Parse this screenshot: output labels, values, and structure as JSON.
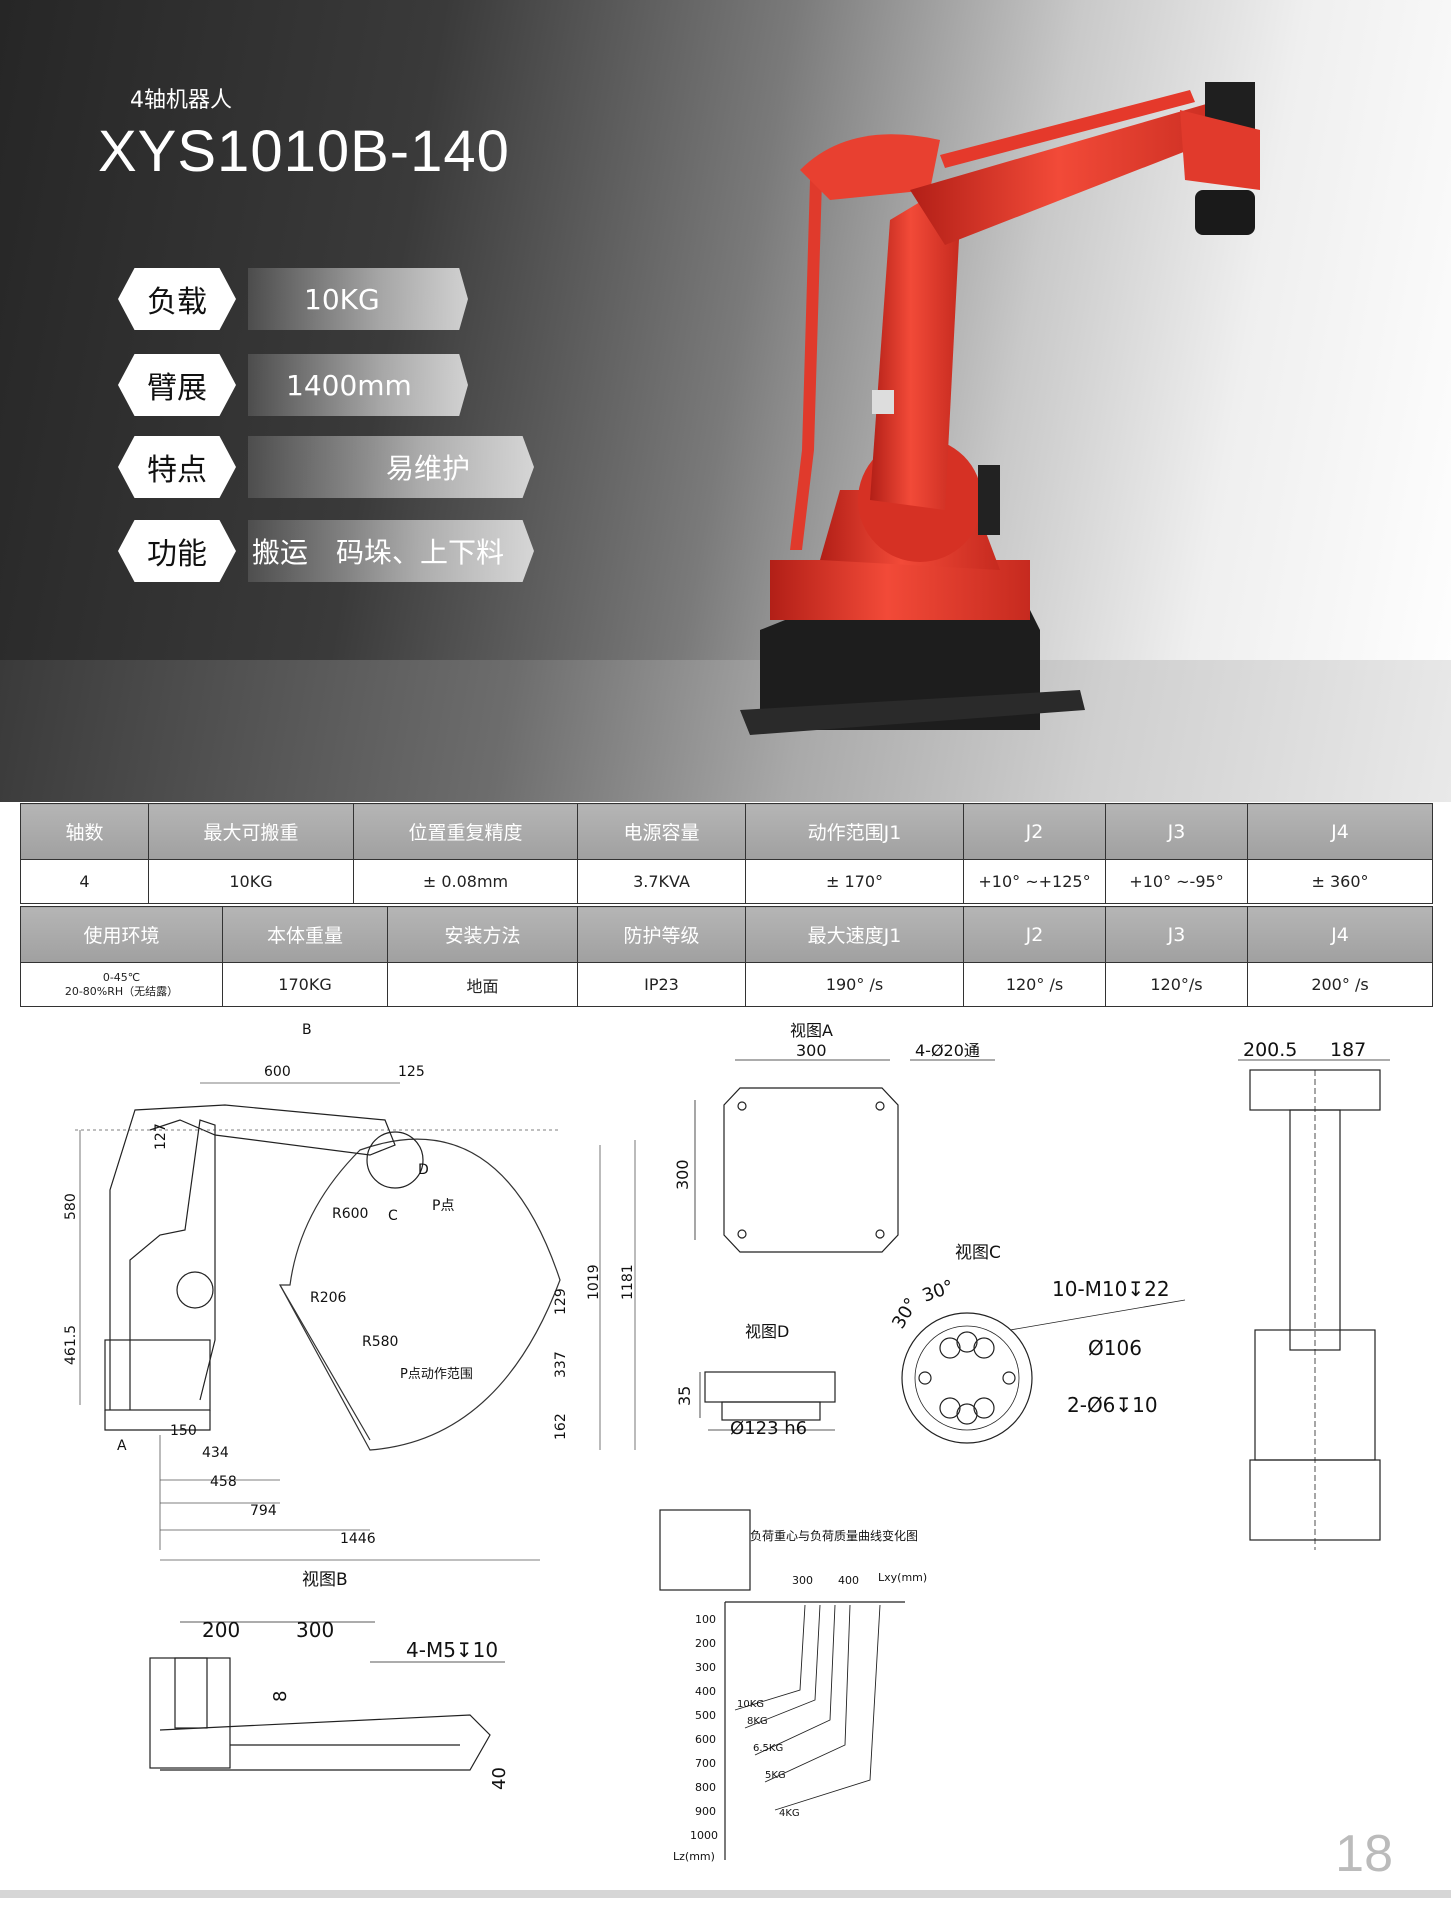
{
  "hero": {
    "subtitle": "4轴机器人",
    "model": "XYS1010B-140",
    "specs": [
      {
        "key": "负载",
        "value": "10KG"
      },
      {
        "key": "臂展",
        "value": "1400mm"
      },
      {
        "key": "特点",
        "value": "易维护"
      },
      {
        "key": "功能",
        "value": "搬运　码垛、上下料"
      }
    ]
  },
  "table1": {
    "headers": [
      "轴数",
      "最大可搬重",
      "位置重复精度",
      "电源容量",
      "动作范围J1",
      "J2",
      "J3",
      "J4"
    ],
    "values": [
      "4",
      "10KG",
      "± 0.08mm",
      "3.7KVA",
      "± 170°",
      "+10° ~+125°",
      "+10° ~-95°",
      "± 360°"
    ]
  },
  "table2": {
    "headers": [
      "使用环境",
      "本体重量",
      "安装方法",
      "防护等级",
      "最大速度J1",
      "J2",
      "J3",
      "J4"
    ],
    "env_line1": "0-45℃",
    "env_line2": "20-80%RH（无结露）",
    "values": [
      "170KG",
      "地面",
      "IP23",
      "190° /s",
      "120° /s",
      "120°/s",
      "200° /s"
    ]
  },
  "drawing_main": {
    "labels": [
      "B",
      "600",
      "125",
      "127",
      "580",
      "D",
      "C",
      "P点",
      "R600",
      "R206",
      "R580",
      "P点动作范围",
      "461.5",
      "129",
      "1019",
      "1181",
      "337",
      "162",
      "A",
      "150",
      "434",
      "458",
      "794",
      "1446"
    ]
  },
  "view_a": {
    "title": "视图A",
    "dim_top": "300",
    "dim_left": "300",
    "hole": "4-Ø20通"
  },
  "view_b": {
    "title": "视图B",
    "d1": "200",
    "d2": "300",
    "d3": "8",
    "d4": "40",
    "thread": "4-M5↧10"
  },
  "view_c": {
    "title": "视图C",
    "a1": "30°",
    "a2": "30°",
    "thread": "10-M10↧22",
    "dia": "Ø106",
    "holes": "2-Ø6↧10"
  },
  "view_d": {
    "title": "视图D",
    "h": "35",
    "dia": "Ø123 h6"
  },
  "side_view": {
    "d1": "200.5",
    "d2": "187"
  },
  "load_chart": {
    "title": "负荷重心与负荷质量曲线变化图",
    "x_label": "Lxy(mm)",
    "x_ticks": [
      "300",
      "400"
    ],
    "y_label": "Lz(mm)",
    "y_ticks": [
      "100",
      "200",
      "300",
      "400",
      "500",
      "600",
      "700",
      "800",
      "900",
      "1000"
    ],
    "curves": [
      "10KG",
      "8KG",
      "6.5KG",
      "5KG",
      "4KG"
    ]
  },
  "page_number": "18",
  "colors": {
    "robot": "#e8352a",
    "hero_dark": "#262626",
    "table_header": "#a8a8a8"
  }
}
